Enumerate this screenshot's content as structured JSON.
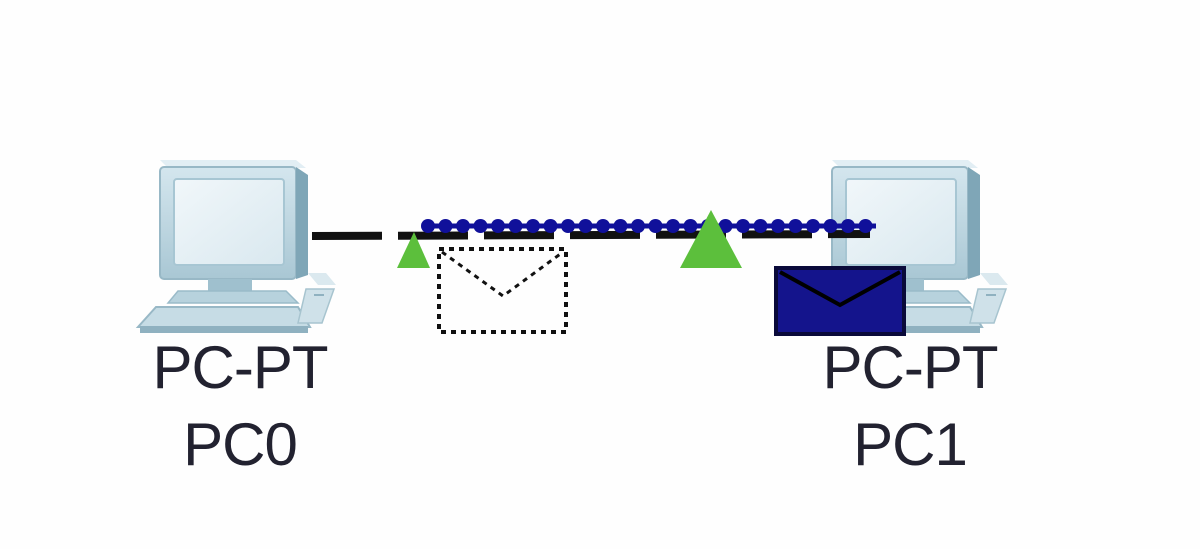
{
  "devices": [
    {
      "model": "PC-PT",
      "name": "PC0"
    },
    {
      "model": "PC-PT",
      "name": "PC1"
    }
  ],
  "icons": {
    "computer": "desktop-computer-icon",
    "link_indicator": "green-triangle-icon",
    "pdu_outbound": "dashed-envelope-icon",
    "pdu_inbound": "envelope-icon"
  },
  "colors": {
    "link_active": "#10109a",
    "link_cable": "#111111",
    "link_up": "#5cbf3c",
    "envelope_fill": "#14148c",
    "monitor_frame": "#c8dde6",
    "monitor_screen": "#e4eff5",
    "label_text": "#222230"
  }
}
